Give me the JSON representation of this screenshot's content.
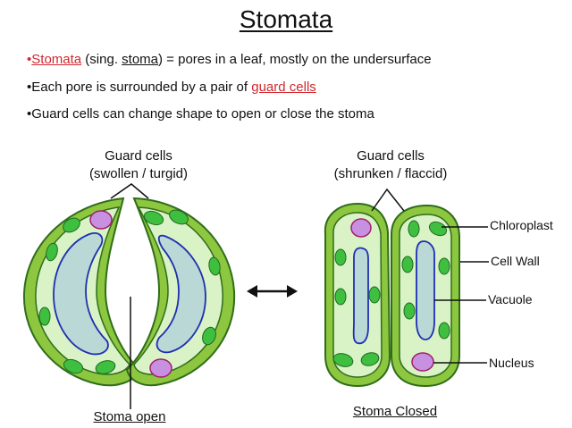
{
  "title": "Stomata",
  "bullets": {
    "b1": {
      "bullet": "•",
      "term": "Stomata",
      "mid": " (sing. ",
      "singular": "stoma",
      "rest": ") = pores in a leaf, mostly on the undersurface"
    },
    "b2": {
      "text": "•Each pore is surrounded by a pair of ",
      "term": "guard cells"
    },
    "b3": {
      "text": "•Guard cells can change shape to open or close the stoma"
    }
  },
  "open_state": {
    "heading": "Guard cells",
    "sub": "(swollen / turgid)",
    "caption": "Stoma open"
  },
  "closed_state": {
    "heading": "Guard cells",
    "sub": "(shrunken / flaccid)",
    "caption": "Stoma Closed"
  },
  "parts": {
    "chloroplast": "Chloroplast",
    "cell_wall": "Cell Wall",
    "vacuole": "Vacuole",
    "nucleus": "Nucleus"
  },
  "colors": {
    "accent_red": "#d0282e",
    "cell_wall": "#8dc63f",
    "cytoplasm": "#d9f2c6",
    "chloroplast": "#3fbf3f",
    "vacuole": "#b9d8d6",
    "vacuole_outline": "#1f2fb0",
    "nucleus": "#c890e0",
    "nucleus_outline": "#a0206a"
  }
}
